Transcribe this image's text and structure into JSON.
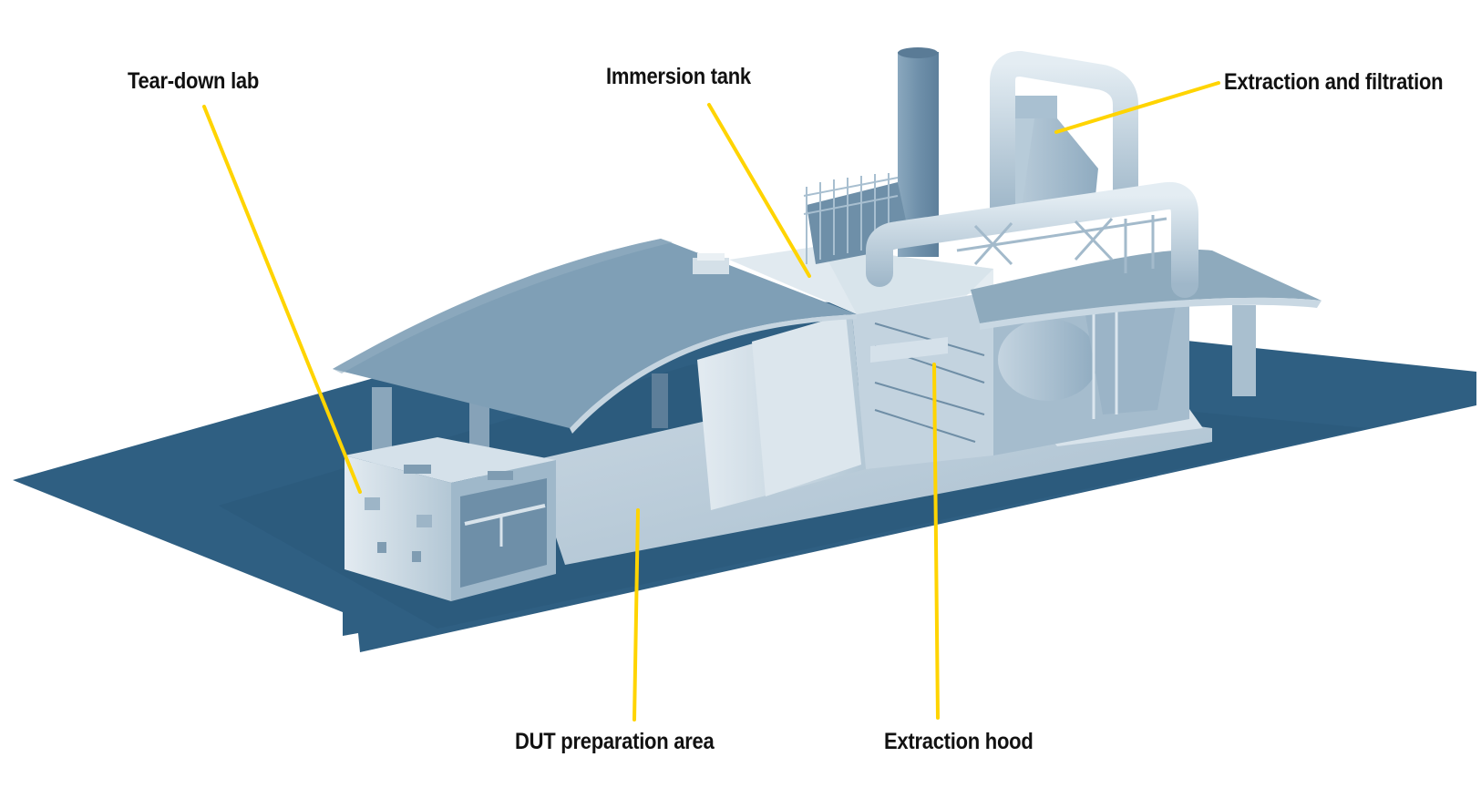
{
  "figure": {
    "subject": "Battery test facility cutaway",
    "colors": {
      "background": "#ffffff",
      "ground": "#2f5f82",
      "ground_shadow": "#2a587a",
      "roof": "#7f9fb6",
      "roof_right": "#8eaabd",
      "walls_light": "#d2dee7",
      "walls_mid": "#b4c8d6",
      "structure": "#9fb8ca",
      "leader": "#ffd400",
      "label_text": "#111111"
    }
  },
  "labels": [
    {
      "id": "tear-down-lab",
      "text": "Tear-down lab",
      "icon": "leader-line"
    },
    {
      "id": "immersion-tank",
      "text": "Immersion tank",
      "icon": "leader-line"
    },
    {
      "id": "extraction-filtration",
      "text": "Extraction and filtration",
      "icon": "leader-line"
    },
    {
      "id": "dut-preparation",
      "text": "DUT preparation area",
      "icon": "leader-line"
    },
    {
      "id": "extraction-hood",
      "text": "Extraction hood",
      "icon": "leader-line"
    }
  ]
}
